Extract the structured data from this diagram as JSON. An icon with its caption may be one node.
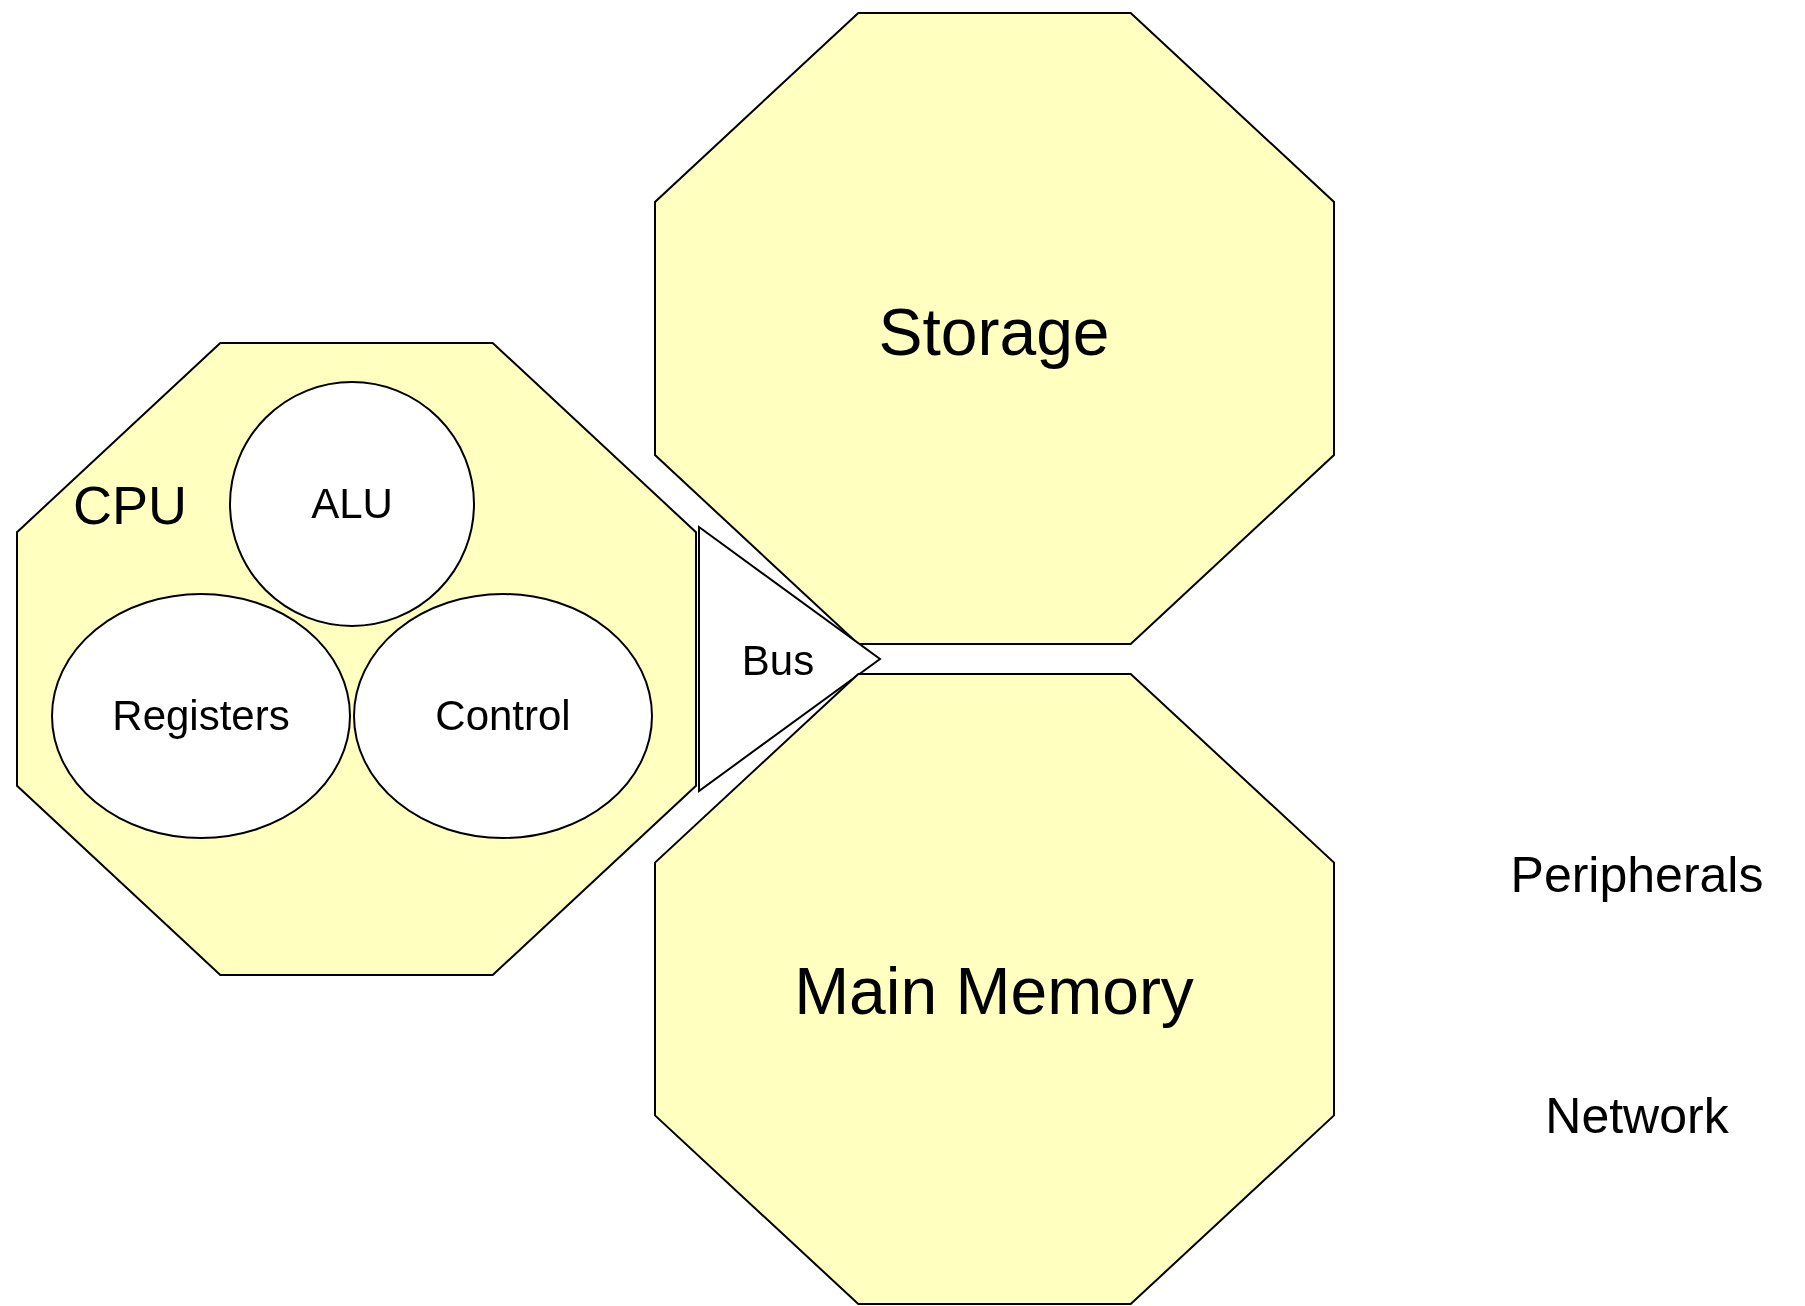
{
  "diagram": {
    "nodes": [
      {
        "text": [
          "Storage"
        ]
      },
      {
        "text": [
          "CPU"
        ]
      },
      {
        "text": [
          "ALU"
        ],
        "in": 1
      },
      {
        "text": [
          "Registers"
        ],
        "in": 1
      },
      {
        "text": [
          "Control"
        ],
        "in": 1
      },
      {
        "text": [
          "Bus"
        ]
      },
      {
        "text": [
          "Main Memory"
        ]
      }
    ],
    "labels": [
      "Peripherals",
      "Network"
    ]
  }
}
